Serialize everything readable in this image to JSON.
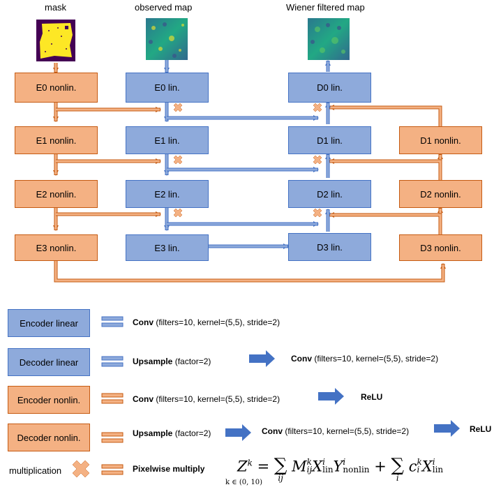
{
  "titles": {
    "mask": "mask",
    "observed": "observed map",
    "wiener": "Wiener filtered map"
  },
  "encoder_nonlin": [
    "E0 nonlin.",
    "E1 nonlin.",
    "E2 nonlin.",
    "E3 nonlin."
  ],
  "encoder_lin": [
    "E0 lin.",
    "E1 lin.",
    "E2 lin.",
    "E3 lin."
  ],
  "decoder_lin": [
    "D0 lin.",
    "D1 lin.",
    "D2 lin.",
    "D3 lin."
  ],
  "decoder_nonlin": [
    "D1 nonlin.",
    "D2 nonlin.",
    "D3 nonlin."
  ],
  "colors": {
    "blue_fill": "#8eaadb",
    "blue_stroke": "#4472c4",
    "orange_fill": "#f4b183",
    "orange_stroke": "#c55a11",
    "arrow_blue": "#4472c4",
    "mask_yellow": "#fde725",
    "mask_purple": "#440154"
  },
  "legend": {
    "encoder_linear": {
      "box": "Encoder linear",
      "op1_bold": "Conv",
      "op1_rest": " (filters=10, kernel=(5,5), stride=2)"
    },
    "decoder_linear": {
      "box": "Decoder linear",
      "op1_bold": "Upsample",
      "op1_rest": " (factor=2)",
      "op2_bold": "Conv",
      "op2_rest": " (filters=10, kernel=(5,5), stride=2)"
    },
    "encoder_nonlin": {
      "box": "Encoder nonlin.",
      "op1_bold": "Conv",
      "op1_rest": " (filters=10, kernel=(5,5), stride=2)",
      "op2_bold": "ReLU"
    },
    "decoder_nonlin": {
      "box": "Decoder nonlin.",
      "op1_bold": "Upsample",
      "op1_rest": " (factor=2)",
      "op2_bold": "Conv",
      "op2_rest": " (filters=10, kernel=(5,5), stride=2)",
      "op3_bold": "ReLU"
    },
    "multiplication": {
      "label": "multiplication",
      "op1_bold": "Pixelwise multiply"
    }
  },
  "equation": {
    "lhs": "Z",
    "lhs_sup": "k",
    "equals": "=",
    "sum": "∑",
    "sum1_sub": "ij",
    "m": "M",
    "m_sup": "k",
    "m_sub": "ij",
    "x": "X",
    "x_sup": "i",
    "x_sub": "lin",
    "y": "Y",
    "y_sup": "i",
    "y_sub": "nonlin",
    "plus": "+",
    "sum2_sub": "i",
    "c": "c",
    "c_sup": "k",
    "c_sub": "i",
    "x2": "X",
    "x2_sup": "i",
    "x2_sub": "lin",
    "range": "k ∈ (0, 10)"
  }
}
